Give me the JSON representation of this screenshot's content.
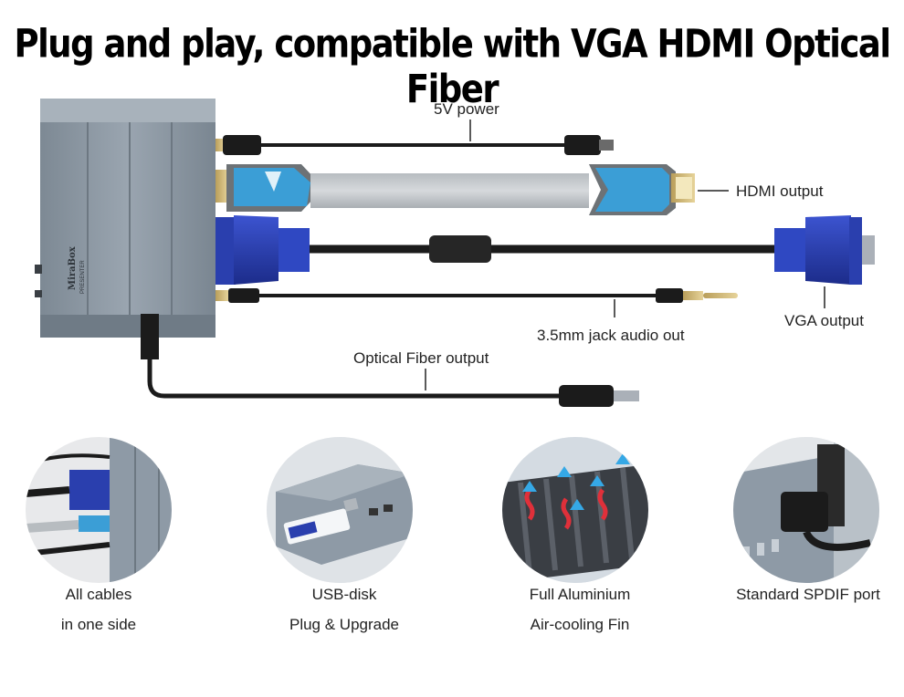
{
  "title": "Plug and play, compatible with VGA HDMI  Optical Fiber",
  "device": {
    "brand": "MiraBox",
    "sub": "PRESENTER"
  },
  "labels": {
    "power": "5V power",
    "hdmi": "HDMI output",
    "vga": "VGA output",
    "audio": "3.5mm jack audio out",
    "optical": "Optical Fiber output"
  },
  "features": [
    {
      "line1": "All  cables",
      "line2": "in one side"
    },
    {
      "line1": "USB-disk",
      "line2": "Plug & Upgrade"
    },
    {
      "line1": "Full Aluminium",
      "line2": "Air-cooling Fin"
    },
    {
      "line1": "Standard SPDIF port",
      "line2": ""
    }
  ],
  "colors": {
    "vga_blue": "#2a3fae",
    "hdmi_blue": "#3b9ed6",
    "device_gray": "#8e9aa6",
    "cable_black": "#1b1b1b"
  }
}
